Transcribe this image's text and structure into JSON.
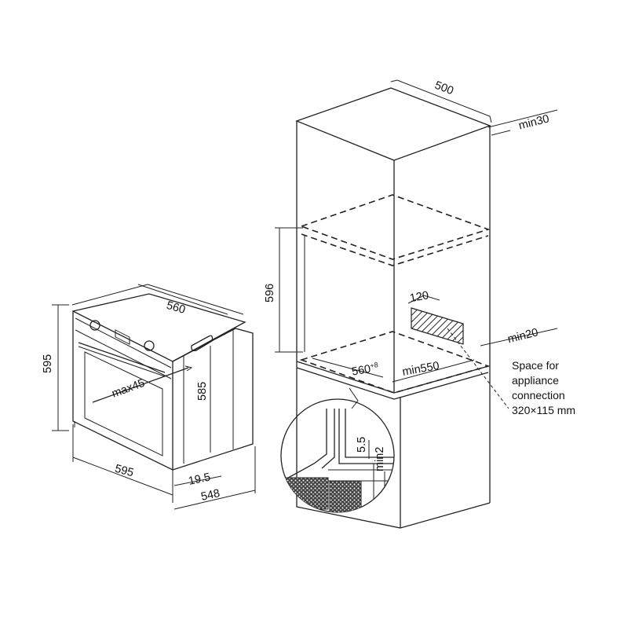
{
  "oven": {
    "width_top": "560",
    "height_left": "595",
    "height_side": "585",
    "width_bottom": "595",
    "door_offset": "19.5",
    "depth_bottom": "548",
    "door_angle": "max45"
  },
  "cabinet": {
    "depth_top": "500",
    "top_gap": "min30",
    "opening_height": "596",
    "opening_width_main": "560",
    "opening_width_tolerance": "+8",
    "opening_depth": "min550",
    "rear_gap": "min20",
    "cutout": "120",
    "space_note": [
      "Space for",
      "appliance",
      "connection",
      "320×115 mm"
    ],
    "detail_5_5": "5.5",
    "detail_min2": "min2"
  }
}
